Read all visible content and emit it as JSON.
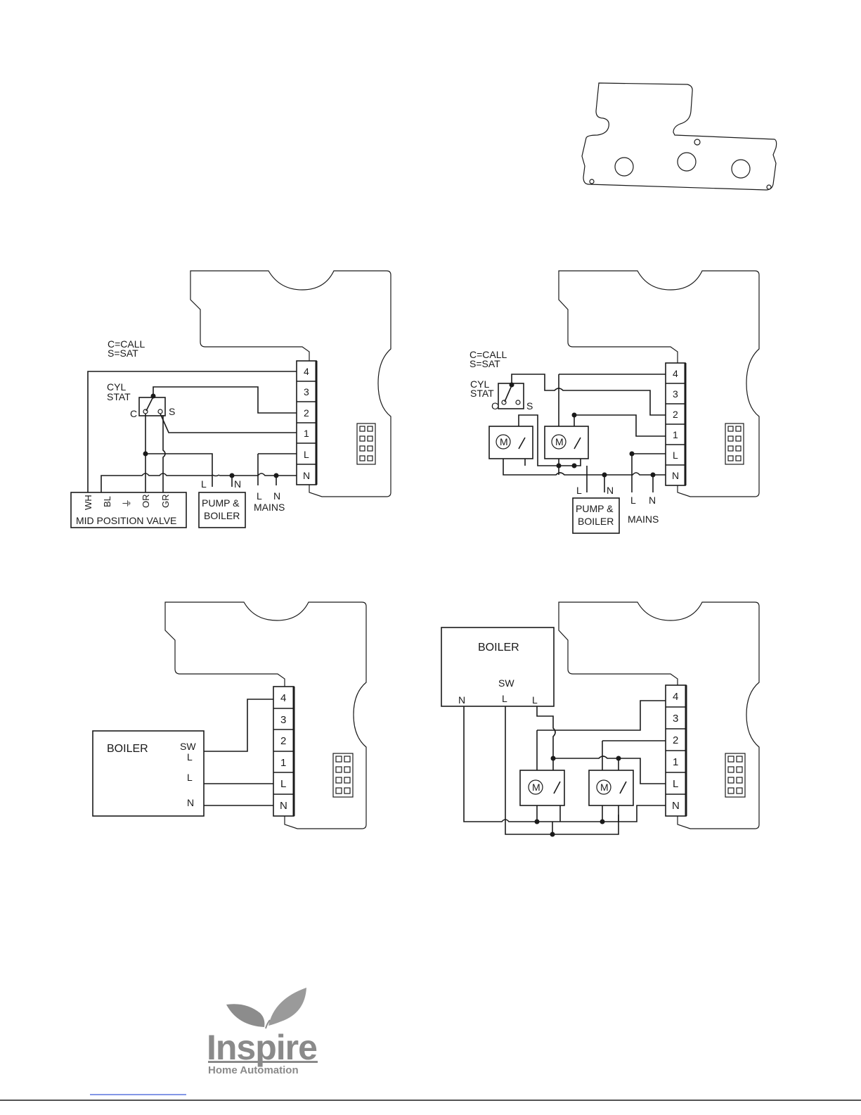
{
  "bottom_plate": {
    "holes": 3
  },
  "terminal_labels": [
    "4",
    "3",
    "2",
    "1",
    "L",
    "N"
  ],
  "diagram1": {
    "legend_line1": "C=CALL",
    "legend_line2": "S=SAT",
    "cyl_line1": "CYL",
    "cyl_line2": "STAT",
    "c_label": "C",
    "s_label": "S",
    "valve_wires": [
      "WH",
      "BL",
      "⏚",
      "OR",
      "GR"
    ],
    "valve_label": "MID POSITION VALVE",
    "pump_line1": "PUMP &",
    "pump_line2": "BOILER",
    "pump_l": "L",
    "pump_n": "N",
    "mains_l": "L",
    "mains_n": "N",
    "mains_label": "MAINS"
  },
  "diagram2": {
    "legend_line1": "C=CALL",
    "legend_line2": "S=SAT",
    "cyl_line1": "CYL",
    "cyl_line2": "STAT",
    "c_label": "C",
    "s_label": "S",
    "motor_label": "M",
    "pump_line1": "PUMP &",
    "pump_line2": "BOILER",
    "pump_l": "L",
    "pump_n": "N",
    "mains_l": "L",
    "mains_n": "N",
    "mains_label": "MAINS"
  },
  "diagram3": {
    "boiler_label": "BOILER",
    "sw_label": "SW",
    "l1_label": "L",
    "l2_label": "L",
    "n_label": "N"
  },
  "diagram4": {
    "boiler_label": "BOILER",
    "sw_label": "SW",
    "n_label": "N",
    "swl_label": "L",
    "l_label": "L",
    "motor_label": "M"
  },
  "logo": {
    "brand": "Inspire",
    "tagline": "Home Automation"
  }
}
